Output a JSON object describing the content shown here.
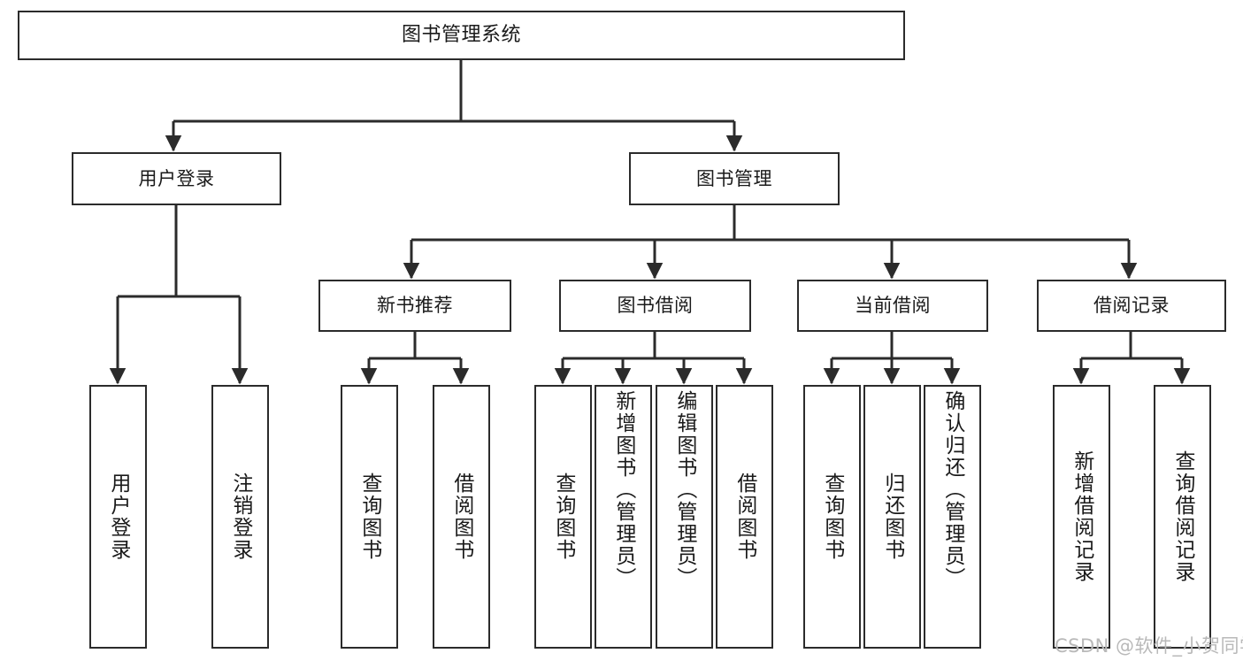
{
  "diagram": {
    "title": "图书管理系统",
    "type": "functional-structure-tree",
    "background_color": "#ffffff",
    "stroke_color": "#2b2b2b",
    "text_color": "#1a1a1a",
    "watermark": "CSDN @软件_小贺同学",
    "watermark_color": "#b9b9b9"
  },
  "nodes": {
    "root": {
      "label": "图书管理系统",
      "level": 0
    },
    "level1": [
      {
        "id": "user-login",
        "label": "用户登录"
      },
      {
        "id": "book-manage",
        "label": "图书管理"
      }
    ],
    "level2": [
      {
        "id": "new-book-recommend",
        "label": "新书推荐",
        "parent": "book-manage"
      },
      {
        "id": "book-borrow",
        "label": "图书借阅",
        "parent": "book-manage"
      },
      {
        "id": "current-borrow",
        "label": "当前借阅",
        "parent": "book-manage"
      },
      {
        "id": "borrow-record",
        "label": "借阅记录",
        "parent": "book-manage"
      }
    ],
    "leaves": {
      "user-login": [
        {
          "id": "leaf-user-login",
          "label": "用户登录"
        },
        {
          "id": "leaf-user-logout",
          "label": "注销登录"
        }
      ],
      "new-book-recommend": [
        {
          "id": "leaf-query-book-1",
          "label": "查询图书"
        },
        {
          "id": "leaf-borrow-book-1",
          "label": "借阅图书"
        }
      ],
      "book-borrow": [
        {
          "id": "leaf-query-book-2",
          "label": "查询图书"
        },
        {
          "id": "leaf-add-book",
          "label": "新增图书（管理员）"
        },
        {
          "id": "leaf-edit-book",
          "label": "编辑图书（管理员）"
        },
        {
          "id": "leaf-borrow-book-2",
          "label": "借阅图书"
        }
      ],
      "current-borrow": [
        {
          "id": "leaf-query-book-3",
          "label": "查询图书"
        },
        {
          "id": "leaf-return-book",
          "label": "归还图书"
        },
        {
          "id": "leaf-confirm-return",
          "label": "确认归还（管理员）"
        }
      ],
      "borrow-record": [
        {
          "id": "leaf-add-record",
          "label": "新增借阅记录"
        },
        {
          "id": "leaf-query-record",
          "label": "查询借阅记录"
        }
      ]
    }
  }
}
